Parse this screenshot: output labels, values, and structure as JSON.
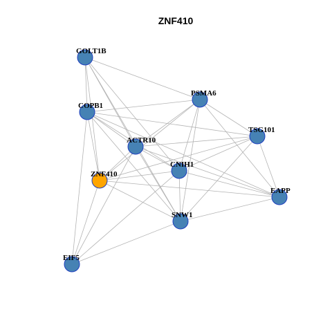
{
  "title": "ZNF410",
  "colors": {
    "node_default": "#4682b4",
    "node_highlight": "#ffa500",
    "node_border": "#1f3fbf",
    "edge": "#b3b3b3"
  },
  "network": {
    "nodes": [
      {
        "id": "GOLT1B",
        "label": "GOLT1B",
        "highlight": false
      },
      {
        "id": "PSMA6",
        "label": "PSMA6",
        "highlight": false
      },
      {
        "id": "COPB1",
        "label": "COPB1",
        "highlight": false
      },
      {
        "id": "TSG101",
        "label": "TSG101",
        "highlight": false
      },
      {
        "id": "ACTR10",
        "label": "ACTR10",
        "highlight": false
      },
      {
        "id": "ZNF410",
        "label": "ZNF410",
        "highlight": true
      },
      {
        "id": "CNIH1",
        "label": "CNIH1",
        "highlight": false
      },
      {
        "id": "EAPP",
        "label": "EAPP",
        "highlight": false
      },
      {
        "id": "SNW1",
        "label": "SNW1",
        "highlight": false
      },
      {
        "id": "EIF5",
        "label": "EIF5",
        "highlight": false
      }
    ],
    "edges": [
      [
        "GOLT1B",
        "PSMA6"
      ],
      [
        "GOLT1B",
        "COPB1"
      ],
      [
        "GOLT1B",
        "ACTR10"
      ],
      [
        "GOLT1B",
        "ZNF410"
      ],
      [
        "GOLT1B",
        "CNIH1"
      ],
      [
        "GOLT1B",
        "SNW1"
      ],
      [
        "PSMA6",
        "COPB1"
      ],
      [
        "PSMA6",
        "ACTR10"
      ],
      [
        "PSMA6",
        "ZNF410"
      ],
      [
        "PSMA6",
        "CNIH1"
      ],
      [
        "PSMA6",
        "SNW1"
      ],
      [
        "PSMA6",
        "TSG101"
      ],
      [
        "PSMA6",
        "EAPP"
      ],
      [
        "COPB1",
        "ACTR10"
      ],
      [
        "COPB1",
        "ZNF410"
      ],
      [
        "COPB1",
        "CNIH1"
      ],
      [
        "COPB1",
        "SNW1"
      ],
      [
        "COPB1",
        "TSG101"
      ],
      [
        "COPB1",
        "EIF5"
      ],
      [
        "COPB1",
        "EAPP"
      ],
      [
        "TSG101",
        "ACTR10"
      ],
      [
        "TSG101",
        "ZNF410"
      ],
      [
        "TSG101",
        "CNIH1"
      ],
      [
        "TSG101",
        "SNW1"
      ],
      [
        "TSG101",
        "EAPP"
      ],
      [
        "ACTR10",
        "ZNF410"
      ],
      [
        "ACTR10",
        "CNIH1"
      ],
      [
        "ACTR10",
        "SNW1"
      ],
      [
        "ACTR10",
        "EAPP"
      ],
      [
        "ACTR10",
        "EIF5"
      ],
      [
        "ZNF410",
        "CNIH1"
      ],
      [
        "ZNF410",
        "SNW1"
      ],
      [
        "ZNF410",
        "EAPP"
      ],
      [
        "ZNF410",
        "EIF5"
      ],
      [
        "CNIH1",
        "SNW1"
      ],
      [
        "CNIH1",
        "EAPP"
      ],
      [
        "CNIH1",
        "EIF5"
      ],
      [
        "SNW1",
        "EAPP"
      ],
      [
        "SNW1",
        "EIF5"
      ]
    ]
  }
}
